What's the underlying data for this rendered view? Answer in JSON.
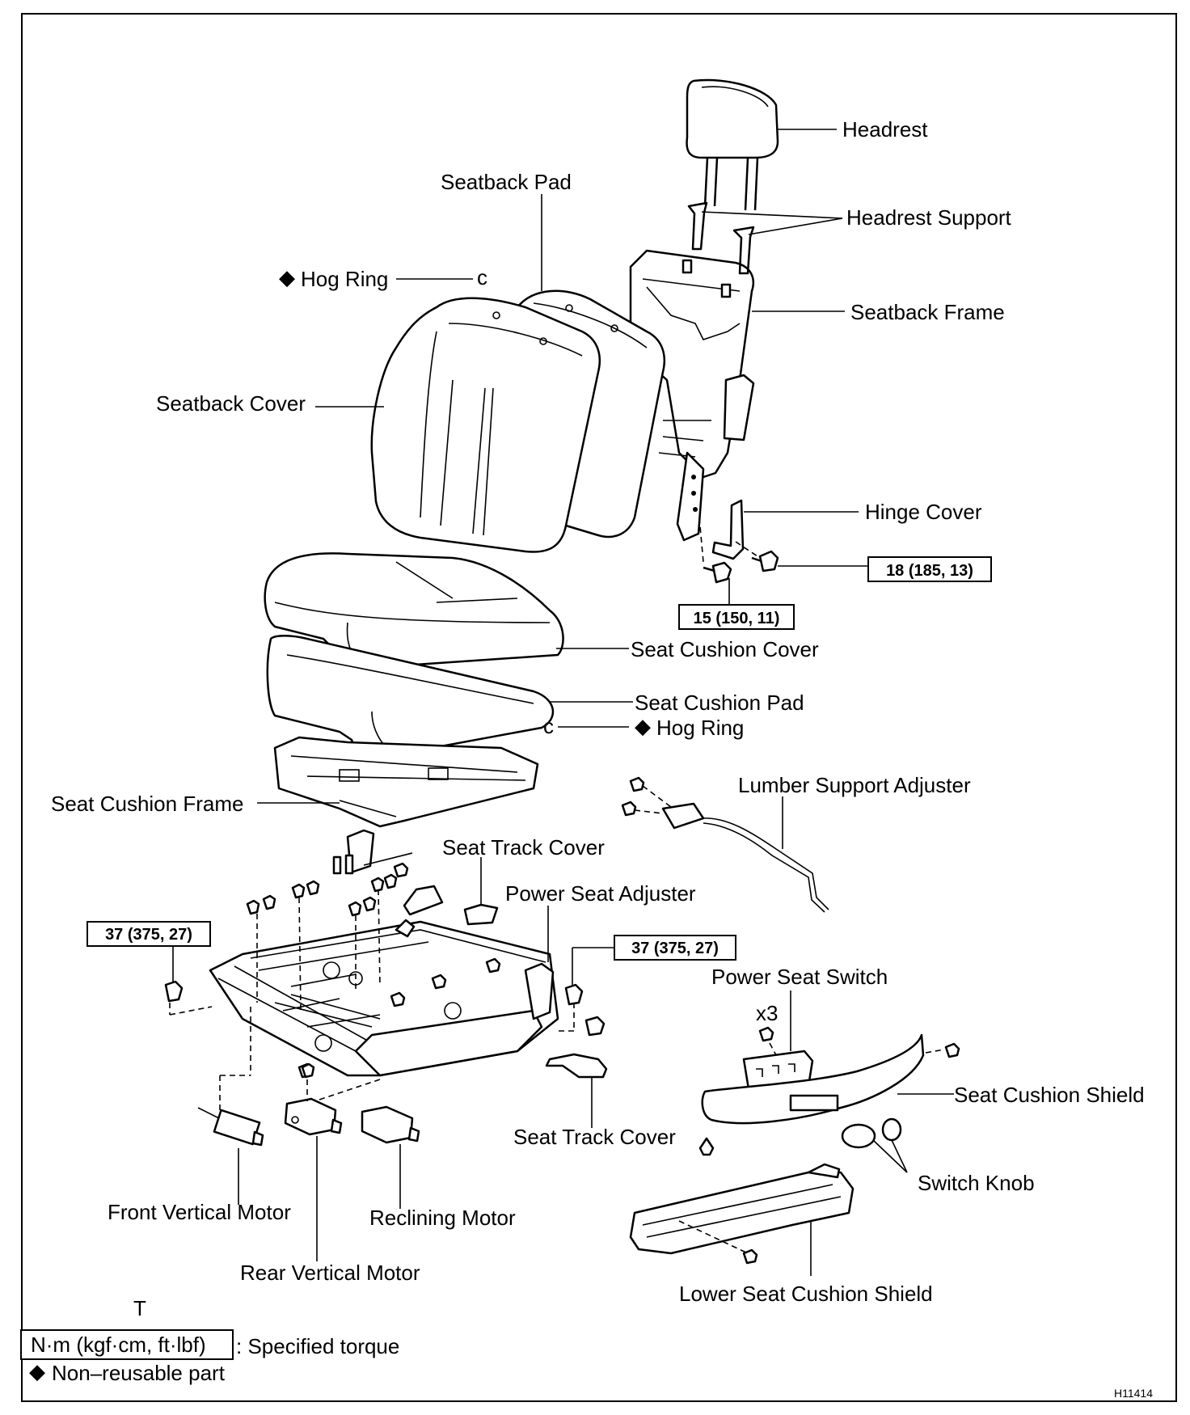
{
  "labels": {
    "headrest": "Headrest",
    "headrest_support": "Headrest Support",
    "seatback_pad": "Seatback Pad",
    "hog_ring_top": "Hog Ring",
    "seatback_frame": "Seatback Frame",
    "seatback_cover": "Seatback Cover",
    "hinge_cover": "Hinge Cover",
    "seat_cushion_cover": "Seat Cushion Cover",
    "seat_cushion_pad": "Seat Cushion Pad",
    "hog_ring_bottom": "Hog Ring",
    "seat_cushion_frame": "Seat Cushion Frame",
    "lumber_support_adjuster": "Lumber Support Adjuster",
    "seat_track_cover_top": "Seat Track Cover",
    "power_seat_adjuster": "Power Seat Adjuster",
    "power_seat_switch": "Power Seat Switch",
    "switch_qty": "x3",
    "seat_cushion_shield": "Seat Cushion Shield",
    "seat_track_cover_bottom": "Seat Track Cover",
    "switch_knob": "Switch Knob",
    "front_vertical_motor": "Front Vertical Motor",
    "reclining_motor": "Reclining Motor",
    "rear_vertical_motor": "Rear Vertical Motor",
    "lower_seat_cushion_shield": "Lower Seat Cushion Shield"
  },
  "torques": {
    "hinge_bolt": "18 (185, 13)",
    "hinge_lower_bolt": "15 (150, 11)",
    "adjuster_left": "37 (375, 27)",
    "adjuster_right": "37 (375, 27)"
  },
  "legend": {
    "mark": "T",
    "torque_units": "N·m (kgf·cm, ft·lbf)",
    "torque_text": ": Specified torque",
    "nonreusable_symbol": "◆",
    "nonreusable_text": "Non–reusable part"
  },
  "figure_id": "H11414"
}
